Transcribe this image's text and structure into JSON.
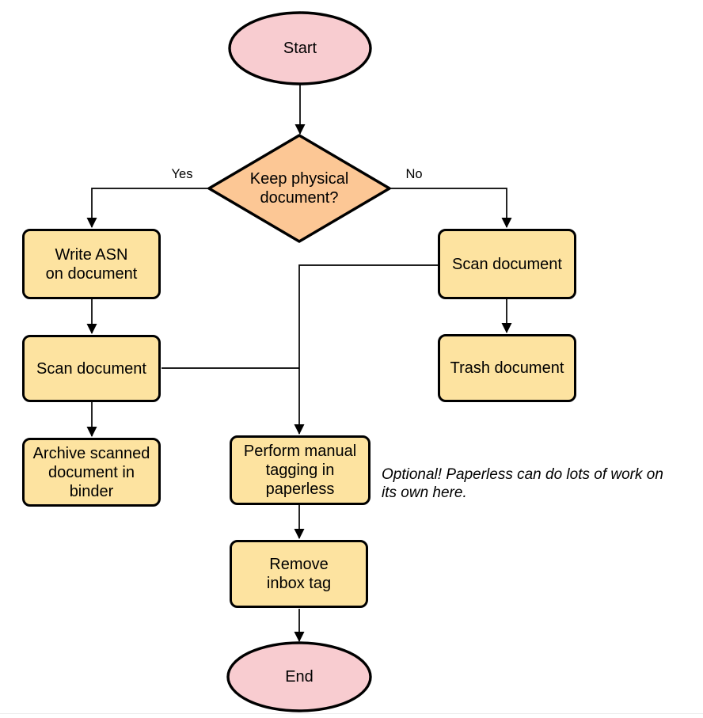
{
  "diagram": {
    "type": "flowchart",
    "nodes": {
      "start": {
        "label": "Start",
        "shape": "terminator"
      },
      "decision": {
        "label": "Keep physical\ndocument?",
        "shape": "decision"
      },
      "write_asn": {
        "label": "Write ASN\non document",
        "shape": "process"
      },
      "scan_left": {
        "label": "Scan document",
        "shape": "process"
      },
      "archive": {
        "label": "Archive scanned\ndocument in\nbinder",
        "shape": "process"
      },
      "scan_right": {
        "label": "Scan document",
        "shape": "process"
      },
      "trash": {
        "label": "Trash document",
        "shape": "process"
      },
      "tagging": {
        "label": "Perform manual\ntagging in\npaperless",
        "shape": "process"
      },
      "remove_inbox": {
        "label": "Remove\ninbox tag",
        "shape": "process"
      },
      "end": {
        "label": "End",
        "shape": "terminator"
      }
    },
    "edge_labels": {
      "yes": "Yes",
      "no": "No"
    },
    "edges": [
      "start -> decision",
      "decision -> write_asn (Yes)",
      "decision -> scan_right (No)",
      "write_asn -> scan_left",
      "scan_left -> archive",
      "scan_right -> trash",
      "scan_right -> tagging",
      "scan_left -> tagging",
      "tagging -> remove_inbox",
      "remove_inbox -> end"
    ],
    "annotation": "Optional! Paperless can do lots of work on\nits own here.",
    "colors": {
      "terminator_fill": "#f8ccd0",
      "decision_fill": "#fcc795",
      "process_fill": "#fde3a0",
      "stroke": "#000000",
      "background": "#ffffff",
      "footer_line": "#ebebeb"
    }
  }
}
